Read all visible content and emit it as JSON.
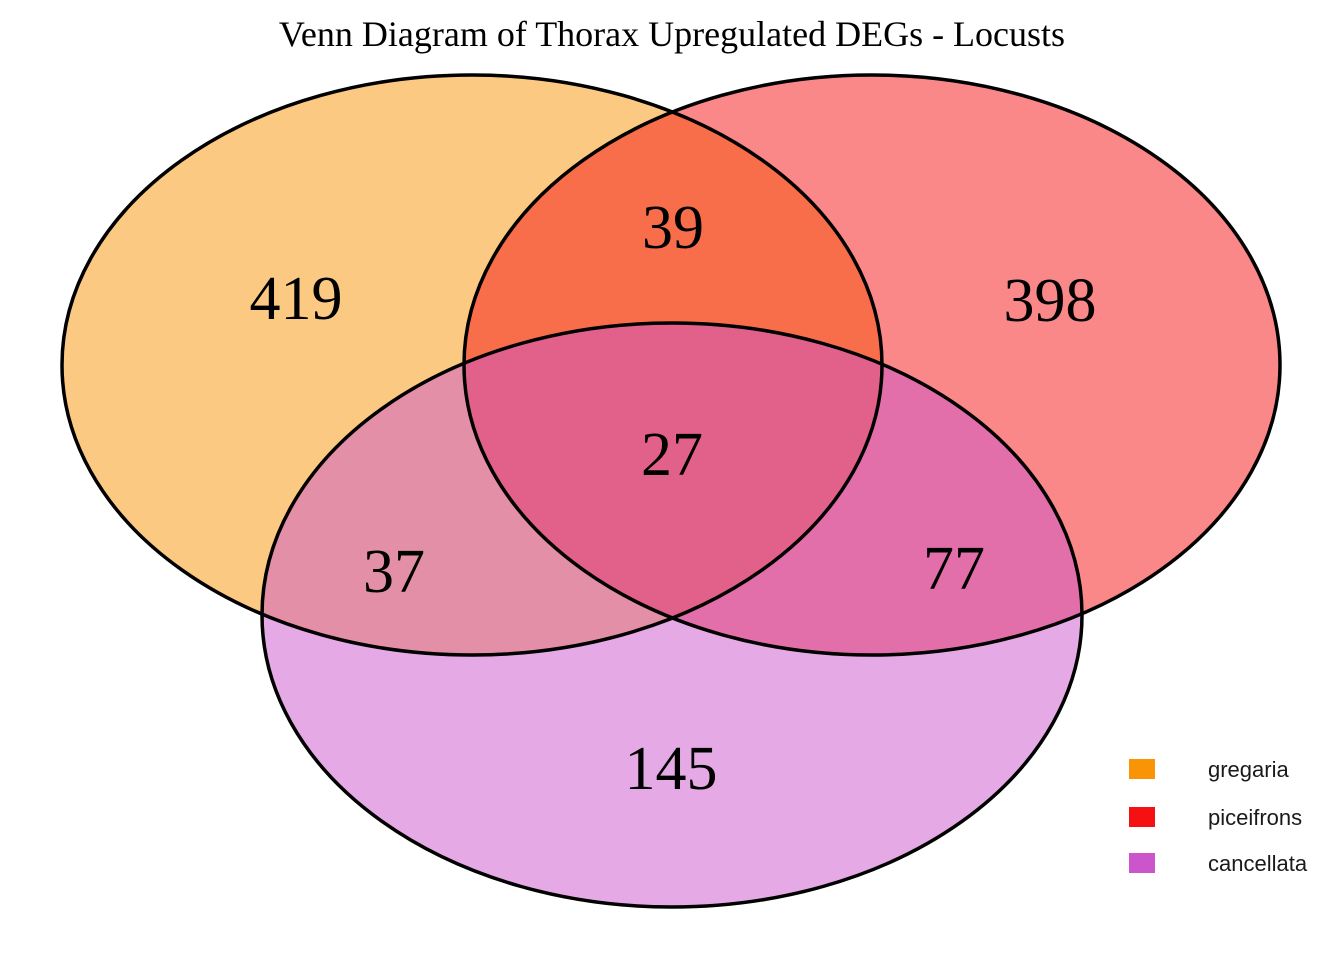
{
  "chart_data": {
    "type": "venn",
    "title": "Venn Diagram of Thorax Upregulated DEGs - Locusts",
    "sets": [
      {
        "name": "gregaria",
        "color": "#F89406"
      },
      {
        "name": "piceifrons",
        "color": "#F51111"
      },
      {
        "name": "cancellata",
        "color": "#CC55CC"
      }
    ],
    "fill_opacity": 0.5,
    "outline_color": "#000000",
    "regions": {
      "gregaria_only": 419,
      "piceifrons_only": 398,
      "cancellata_only": 145,
      "gregaria_piceifrons": 39,
      "gregaria_cancellata": 37,
      "piceifrons_cancellata": 77,
      "gregaria_piceifrons_cancellata": 27
    },
    "legend_position": "bottom-right"
  }
}
